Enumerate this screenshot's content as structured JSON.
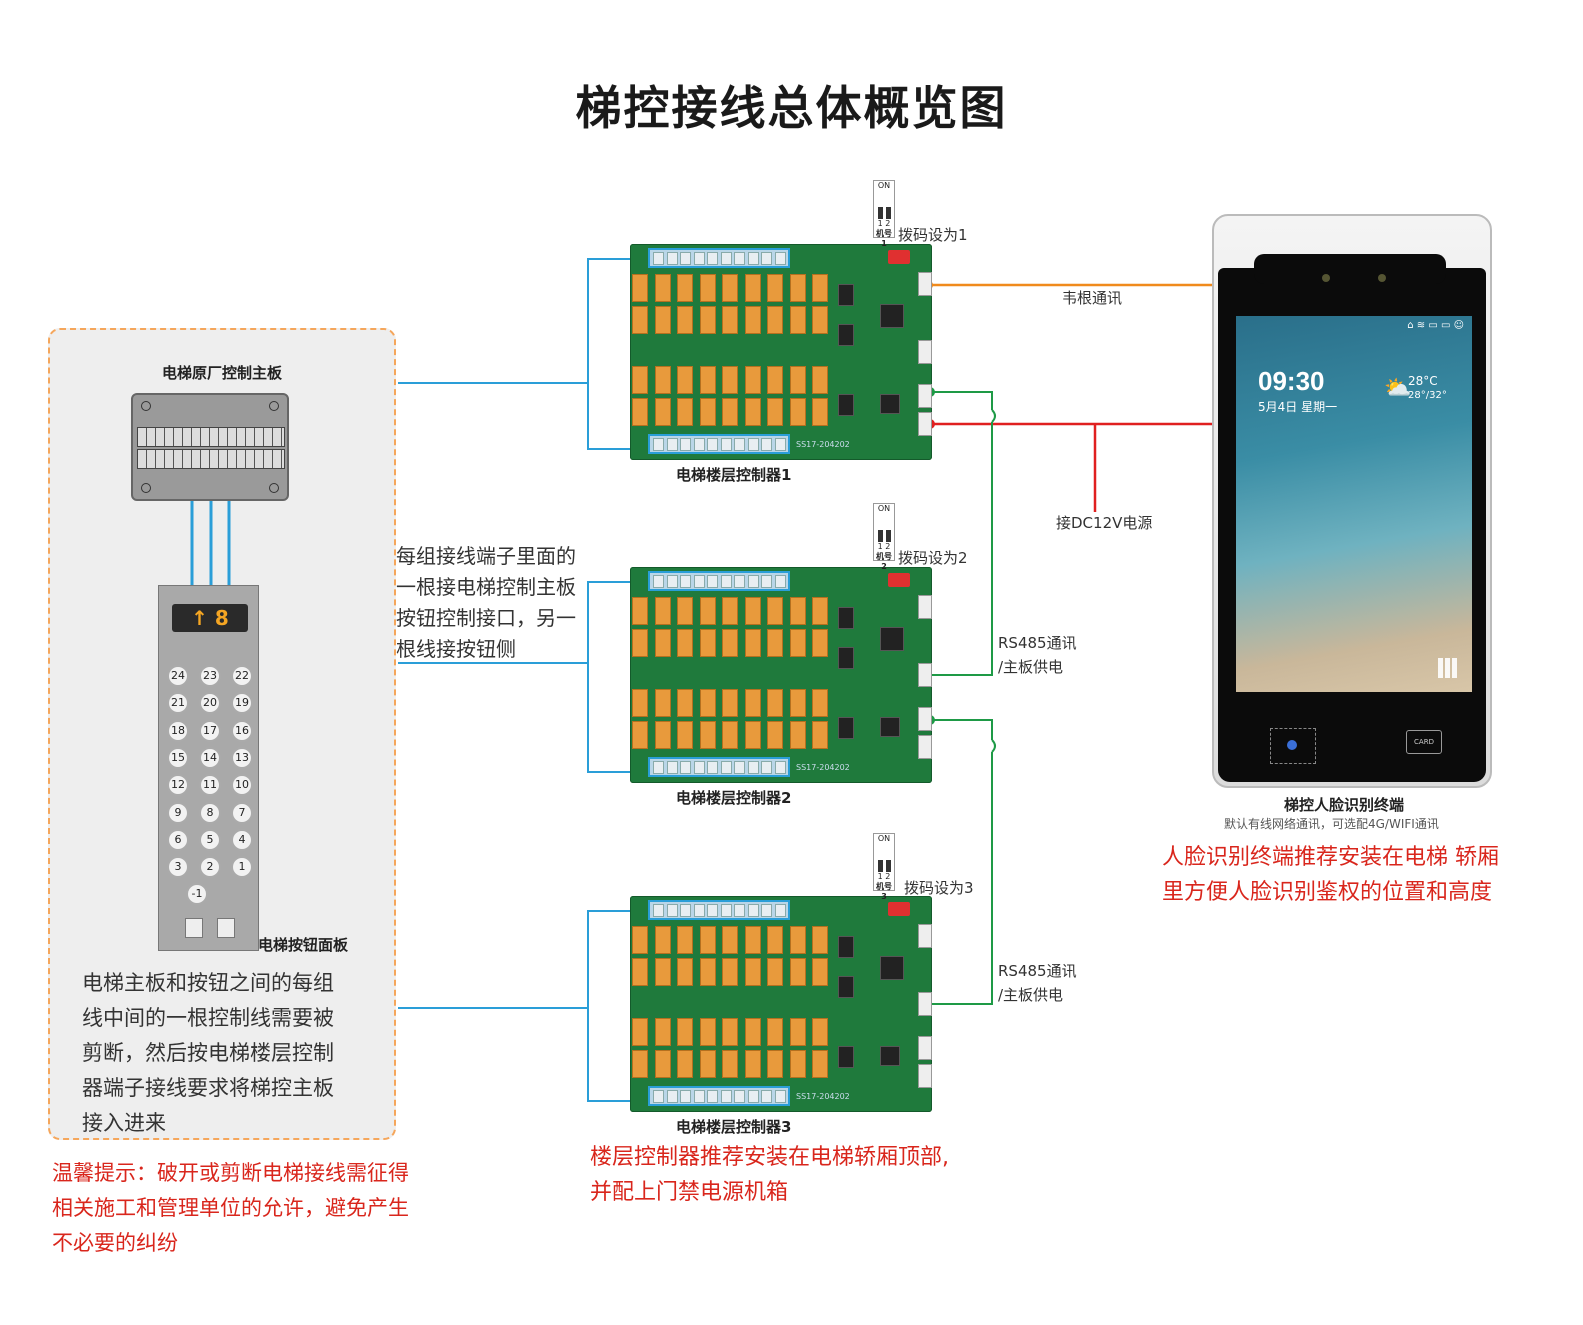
{
  "title": "梯控接线总体概览图",
  "left_panel": {
    "board_label": "电梯原厂控制主板",
    "button_panel_label": "电梯按钮面板",
    "floor_buttons": [
      "24",
      "23",
      "22",
      "21",
      "20",
      "19",
      "18",
      "17",
      "16",
      "15",
      "14",
      "13",
      "12",
      "11",
      "10",
      "9",
      "8",
      "7",
      "6",
      "5",
      "4",
      "3",
      "2",
      "1",
      "-1"
    ],
    "description": [
      "电梯主板和按钮之间的每组",
      "线中间的一根控制线需要被",
      "剪断，然后按电梯楼层控制",
      "器端子接线要求将梯控主板",
      "接入进来"
    ]
  },
  "warning": [
    "温馨提示：破开或剪断电梯接线需征得",
    "相关施工和管理单位的允许，避免产生",
    "不必要的纠纷"
  ],
  "middle_note": [
    "每组接线端子里面的",
    "一根接电梯控制主板",
    "按钮控制接口，另一",
    "根线接按钮侧"
  ],
  "controllers": [
    {
      "name": "电梯楼层控制器1",
      "dip_label": "拨码设为1",
      "dip_tag": "机号1",
      "pcb_code": "SS17-204202"
    },
    {
      "name": "电梯楼层控制器2",
      "dip_label": "拨码设为2",
      "dip_tag": "机号2",
      "pcb_code": "SS17-204202"
    },
    {
      "name": "电梯楼层控制器3",
      "dip_label": "拨码设为3",
      "dip_tag": "机号3",
      "pcb_code": "SS17-204202"
    }
  ],
  "dip_on": "ON",
  "dip_nums": "1  2",
  "wiring_labels": {
    "wiegand": "韦根通讯",
    "power": "接DC12V电源",
    "rs485_1": [
      "RS485通讯",
      "/主板供电"
    ],
    "rs485_2": [
      "RS485通讯",
      "/主板供电"
    ]
  },
  "controller_note": [
    "楼层控制器推荐安装在电梯轿厢顶部,",
    "并配上门禁电源机箱"
  ],
  "terminal": {
    "name": "梯控人脸识别终端",
    "subtitle": "默认有线网络通讯，可选配4G/WIFI通讯",
    "time": "09:30",
    "date": "5月4日 星期一",
    "temp": "28°C",
    "temp_range": "28°/32°",
    "card_label": "CARD"
  },
  "terminal_note": [
    "人脸识别终端推荐安装在电梯 轿厢",
    "里方便人脸识别鉴权的位置和高度"
  ],
  "colors": {
    "wiegand": "#f08a1c",
    "power": "#e02020",
    "rs485": "#1e9a46",
    "cable": "#2a9ed8",
    "warning": "#d9261c"
  }
}
